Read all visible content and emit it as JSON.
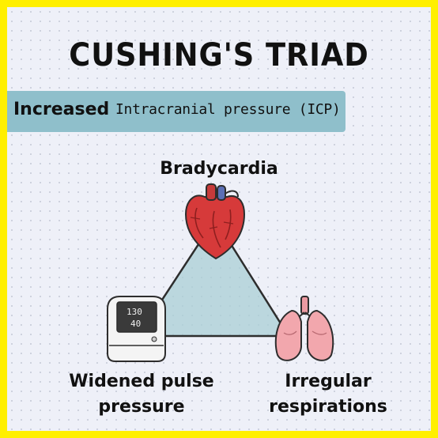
{
  "title": "CUSHING'S TRIAD",
  "banner": {
    "strong": "Increased",
    "rest": "Intracranial pressure (ICP)"
  },
  "nodes": {
    "top": "Bradycardia",
    "left_line1": "Widened pulse",
    "left_line2": "pressure",
    "right_line1": "Irregular",
    "right_line2": "respirations"
  },
  "monitor": {
    "systolic": "130",
    "diastolic": "40"
  },
  "colors": {
    "border": "#ffef00",
    "background": "#eef0f8",
    "banner": "#8fbfcb",
    "triangle_fill": "#a9cfd6",
    "heart": "#d63a3a",
    "lungs": "#f2a7ad"
  }
}
